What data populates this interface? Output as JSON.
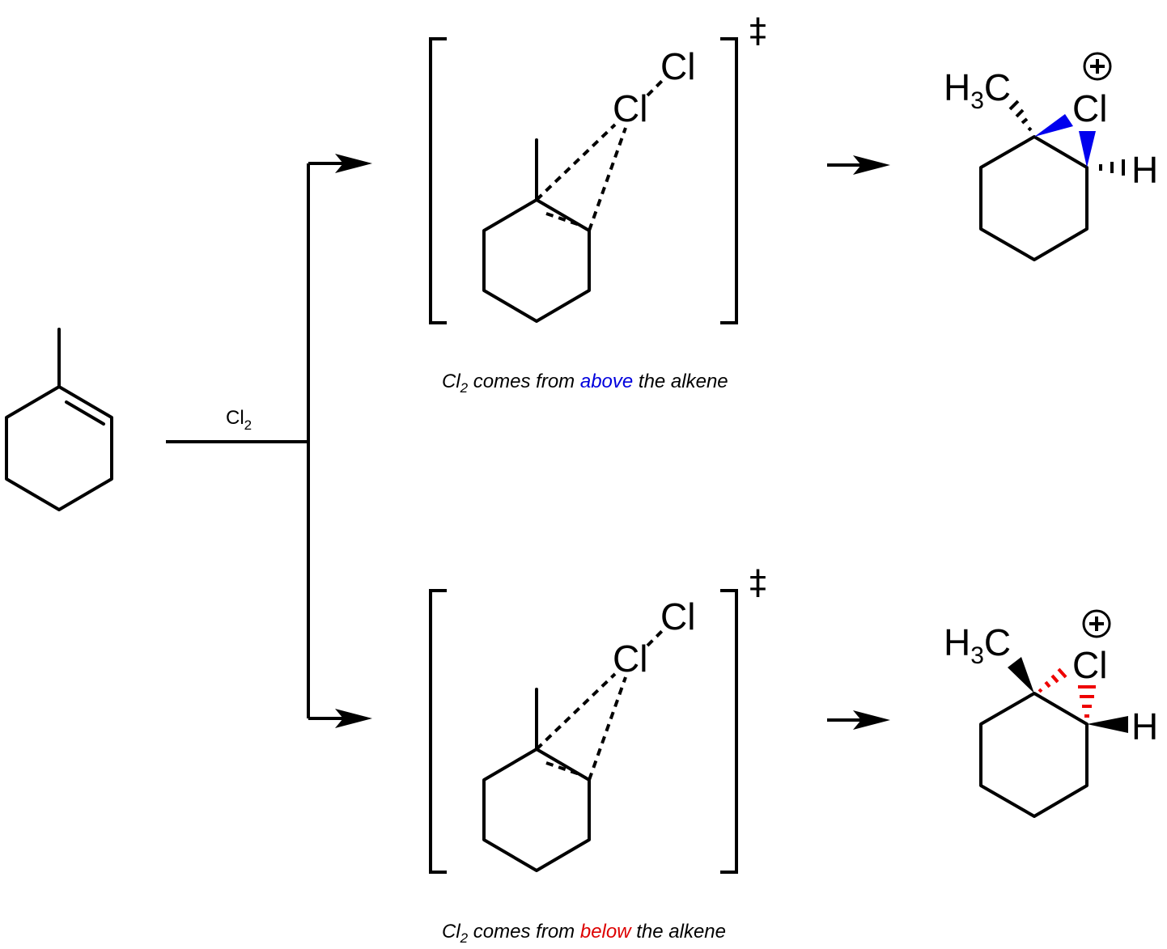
{
  "reagent": {
    "main": "Cl",
    "sub": "2"
  },
  "transition_state": {
    "dagger": "‡",
    "cl_top": "Cl",
    "cl_bottom": "Cl"
  },
  "captions": {
    "above": {
      "pre": "Cl",
      "sub": "2",
      "mid": " comes from ",
      "key": "above",
      "post": " the alkene",
      "key_color": "#0000dd"
    },
    "below": {
      "pre": "Cl",
      "sub": "2",
      "mid": " comes from ",
      "key": "below",
      "post": " the alkene",
      "key_color": "#dd0000"
    }
  },
  "product": {
    "methyl_h": "H",
    "methyl_sub": "3",
    "methyl_c": "C",
    "cl": "Cl",
    "h": "H",
    "charge": "+"
  },
  "colors": {
    "wedge_top": "#0000ee",
    "hash_bottom": "#ee0000",
    "ink": "#000000"
  }
}
